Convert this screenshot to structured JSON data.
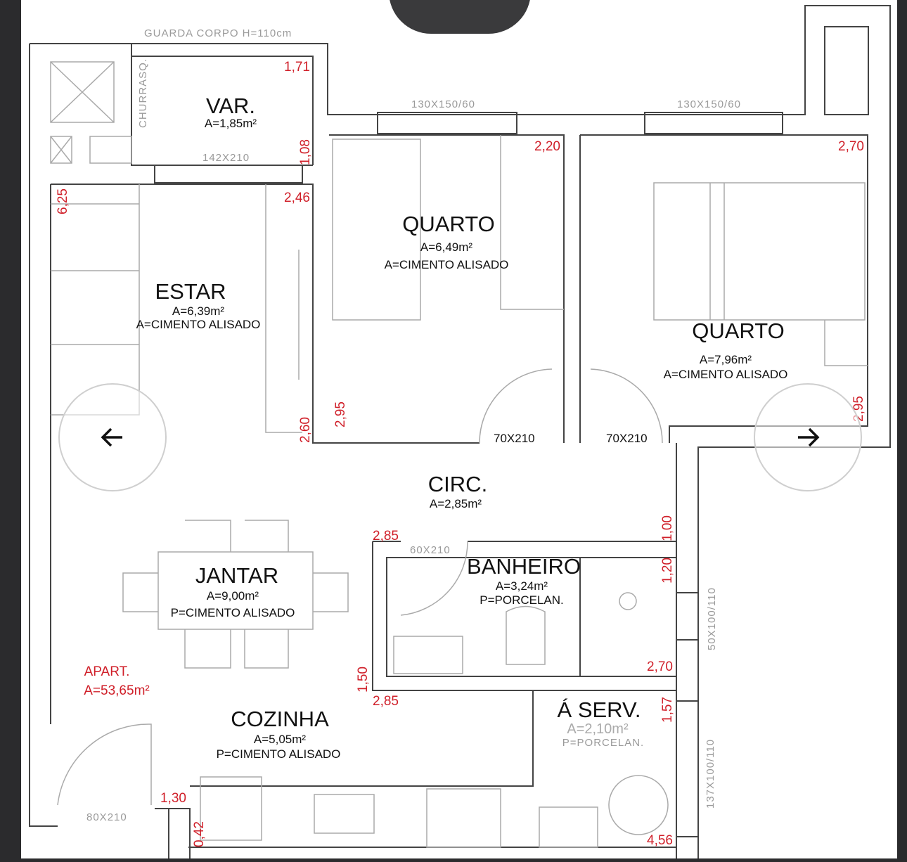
{
  "viewer": {
    "prev_icon": "arrow-left-icon",
    "next_icon": "arrow-right-icon"
  },
  "plan": {
    "guard_rail": "GUARDA CORPO H=110cm",
    "churrasq": "CHURRASQ.",
    "var": {
      "name": "VAR.",
      "area": "A=1,85m²",
      "dim_top": "1,71",
      "dim_side": "1,08",
      "door": "142X210"
    },
    "windows": {
      "quarto1": "130X150/60",
      "quarto2": "130X150/60",
      "banheiro": "50X100/110",
      "servico": "137X100/110"
    },
    "quarto1": {
      "name": "QUARTO",
      "area": "A=6,49m²",
      "floor": "A=CIMENTO ALISADO",
      "dim_top": "2,20",
      "dim_side": "2,95",
      "door": "70X210"
    },
    "quarto2": {
      "name": "QUARTO",
      "area": "A=7,96m²",
      "floor": "A=CIMENTO ALISADO",
      "dim_top": "2,70",
      "dim_side": "2,95",
      "door": "70X210"
    },
    "estar": {
      "name": "ESTAR",
      "area": "A=6,39m²",
      "floor": "A=CIMENTO ALISADO",
      "dim_left": "6,25",
      "dim_top": "2,46",
      "dim_side": "2,60"
    },
    "circ": {
      "name": "CIRC.",
      "area": "A=2,85m²",
      "dim_side": "1,00"
    },
    "banheiro": {
      "name": "BANHEIRO",
      "area": "A=3,24m²",
      "floor": "P=PORCELAN.",
      "door": "60X210",
      "dim_top": "2,85",
      "dim_side": "1,20",
      "dim_bottom": "2,70",
      "dim_left": "1,50",
      "dim_below": "2,85"
    },
    "jantar": {
      "name": "JANTAR",
      "area": "A=9,00m²",
      "floor": "P=CIMENTO ALISADO"
    },
    "apart": {
      "name": "APART.",
      "area": "A=53,65m²"
    },
    "servico": {
      "name": "Á SERV.",
      "area": "A=2,10m²",
      "floor": "P=PORCELAN.",
      "dim_side": "1,57",
      "dim_bottom": "4,56"
    },
    "cozinha": {
      "name": "COZINHA",
      "area": "A=5,05m²",
      "floor": "P=CIMENTO ALISADO",
      "dim_door": "1,30",
      "dim_small": "0,42",
      "door": "80X210"
    }
  }
}
